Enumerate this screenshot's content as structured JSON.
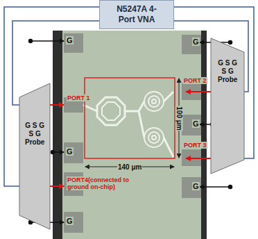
{
  "diagram": {
    "nodes": [
      {
        "text": [
          "N5247A 4-Port VNA"
        ]
      },
      {
        "text": [
          "G S G S G Probe"
        ]
      },
      {
        "text": [
          "G S G S G Probe"
        ]
      }
    ],
    "edges": [
      {
        "from": 0,
        "to": 1,
        "arrow": "none"
      },
      {
        "from": 0,
        "to": 1,
        "arrow": "none"
      },
      {
        "from": 0,
        "to": 2,
        "arrow": "none"
      },
      {
        "from": 0,
        "to": 2,
        "arrow": "none"
      }
    ],
    "labels": [
      "G",
      "PORT 1",
      "G",
      "PORT4(connected to ground on-chip)",
      "G",
      "G",
      "PORT 2",
      "G",
      "PORT 3",
      "G",
      "140 μm",
      "100 μm"
    ]
  }
}
